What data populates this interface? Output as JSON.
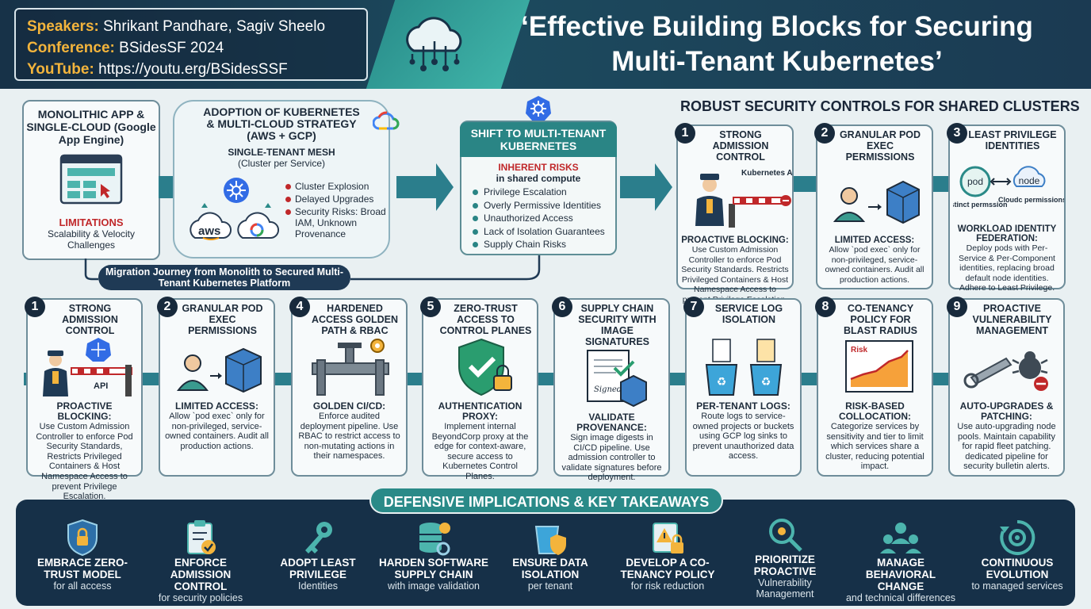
{
  "header": {
    "speakers_label": "Speakers:",
    "speakers_value": "Shrikant Pandhare, Sagiv Sheelo",
    "conference_label": "Conference:",
    "conference_value": "BSidesSF 2024",
    "youtube_label": "YouTube:",
    "youtube_value": "https://youtu.erg/BSidesSSF",
    "title_line1": "‘Effective Building Blocks for Securing",
    "title_line2": "Multi-Tenant Kubernetes’"
  },
  "journey": {
    "monolith": {
      "title": "MONOLITHIC APP & SINGLE-CLOUD (Google App Engine)",
      "limitations_label": "LIMITATIONS",
      "limitations_text": "Scalability & Velocity Challenges"
    },
    "adoption": {
      "title": "ADOPTION OF KUBERNETES & MULTI-CLOUD STRATEGY (AWS + GCP)",
      "subtitle": "SINGLE-TENANT MESH",
      "subtitle2": "(Cluster per Service)",
      "items": [
        "Cluster Explosion",
        "Delayed Upgrades",
        "Security Risks: Broad IAM, Unknown Provenance"
      ],
      "aws_label": "aws"
    },
    "shift": {
      "title": "SHIFT TO MULTI-TENANT KUBERNETES",
      "risks_label": "INHERENT RISKS",
      "risks_sub": "in shared compute",
      "items": [
        "Privilege Escalation",
        "Overly Permissive Identities",
        "Unauthorized Access",
        "Lack of Isolation Guarantees",
        "Supply Chain Risks"
      ]
    },
    "caption": "Migration Journey from Monolith to Secured Multi-Tenant Kubernetes Platform"
  },
  "robust": {
    "title": "ROBUST SECURITY CONTROLS FOR SHARED CLUSTERS",
    "controls": [
      {
        "num": "1",
        "title": "STRONG ADMISSION CONTROL",
        "ill_label": "Kubernetes API",
        "sub": "PROACTIVE BLOCKING:",
        "body": "Use Custom Admission Controller to enforce Pod Security Standards. Restricts Privileged Containers & Host Namespace Access to prevent Privilege Escalation."
      },
      {
        "num": "2",
        "title": "GRANULAR POD EXEC PERMISSIONS",
        "sub": "LIMITED ACCESS:",
        "body": "Allow `pod exec` only for non-privileged, service-owned containers. Audit all production actions."
      },
      {
        "num": "3",
        "title": "LEAST PRIVILEGE IDENTITIES",
        "pod_label": "pod",
        "node_label": "node",
        "distinct_label": "Distinct permssion",
        "cloud_label": "Cloudc permissions",
        "sub": "WORKLOAD IDENTITY FEDERATION:",
        "body": "Deploy pods with Per-Service & Per-Component identities, replacing broad default node identities. Adhere to Least Privilege."
      }
    ]
  },
  "controls": [
    {
      "num": "1",
      "title": "STRONG ADMISSION CONTROL",
      "ill_label": "API",
      "sub": "PROACTIVE BLOCKING:",
      "body": "Use Custom Admission Controller to enforce Pod Security Standards, Restricts Privileged Containers & Host Namespace Access to prevent Privilege Escalation."
    },
    {
      "num": "2",
      "title": "GRANULAR POD EXEC PERMISSIONS",
      "sub": "LIMITED ACCESS:",
      "body": "Allow `pod exec` only for non-privileged, service-owned containers. Audit all production actions."
    },
    {
      "num": "4",
      "title": "HARDENED ACCESS GOLDEN PATH & RBAC",
      "sub": "GOLDEN CI/CD:",
      "body": "Enforce audited deployment pipeline. Use RBAC to restrict access to non-mutating actions in their namespaces."
    },
    {
      "num": "5",
      "title": "ZERO-TRUST ACCESS TO CONTROL PLANES",
      "sub": "AUTHENTICATION PROXY:",
      "body": "Implement internal BeyondCorp proxy at the edge for context-aware, secure access to Kubernetes Control Planes."
    },
    {
      "num": "6",
      "title": "SUPPLY CHAIN SECURITY WITH IMAGE SIGNATURES",
      "ill_label": "Signed",
      "sub": "VALIDATE PROVENANCE:",
      "body": "Sign image digests in CI/CD pipeline. Use admission controller to validate signatures before deployment."
    },
    {
      "num": "7",
      "title": "SERVICE LOG ISOLATION",
      "sub": "PER-TENANT LOGS:",
      "body": "Route logs to service-owned projects or buckets using GCP log sinks to prevent unauthorized data access."
    },
    {
      "num": "8",
      "title": "CO-TENANCY POLICY FOR BLAST RADIUS",
      "ill_label": "Risk",
      "sub": "RISK-BASED COLLOCATION:",
      "body": "Categorize services by sensitivity and tier to limit which services share a cluster, reducing potential impact."
    },
    {
      "num": "9",
      "title": "PROACTIVE VULNERABILITY MANAGEMENT",
      "sub": "AUTO-UPGRADES & PATCHING:",
      "body": "Use auto-upgrading node pools. Maintain capability for rapid fleet patching. dedicated pipeline for security bulletin alerts."
    }
  ],
  "takeaways": {
    "title": "DEFENSIVE IMPLICATIONS & KEY TAKEAWAYS",
    "items": [
      {
        "a": "EMBRACE ZERO-TRUST MODEL",
        "b": "for all access",
        "icon": "shield-lock-icon"
      },
      {
        "a": "ENFORCE ADMISSION CONTROL",
        "b": "for security policies",
        "icon": "clipboard-check-icon"
      },
      {
        "a": "ADOPT LEAST PRIVILEGE",
        "b": "Identities",
        "icon": "key-icon"
      },
      {
        "a": "HARDEN SOFTWARE SUPPLY CHAIN",
        "b": "with image validation",
        "icon": "database-gear-icon"
      },
      {
        "a": "ENSURE DATA ISOLATION",
        "b": "per tenant",
        "icon": "bucket-shield-icon"
      },
      {
        "a": "DEVELOP A CO-TENANCY POLICY",
        "b": "for risk reduction",
        "icon": "warning-lock-icon"
      },
      {
        "a": "PRIORITIZE PROACTIVE",
        "b": "Vulnerability Management",
        "icon": "magnifier-bug-icon"
      },
      {
        "a": "MANAGE BEHAVIORAL CHANGE",
        "b": "and technical differences",
        "icon": "people-group-icon"
      },
      {
        "a": "CONTINUOUS EVOLUTION",
        "b": "to managed services",
        "icon": "cycle-gear-icon"
      }
    ]
  },
  "colors": {
    "accent": "#2a8a88",
    "navy": "#163048",
    "warn": "#c0282a",
    "gold": "#f3b43c"
  }
}
